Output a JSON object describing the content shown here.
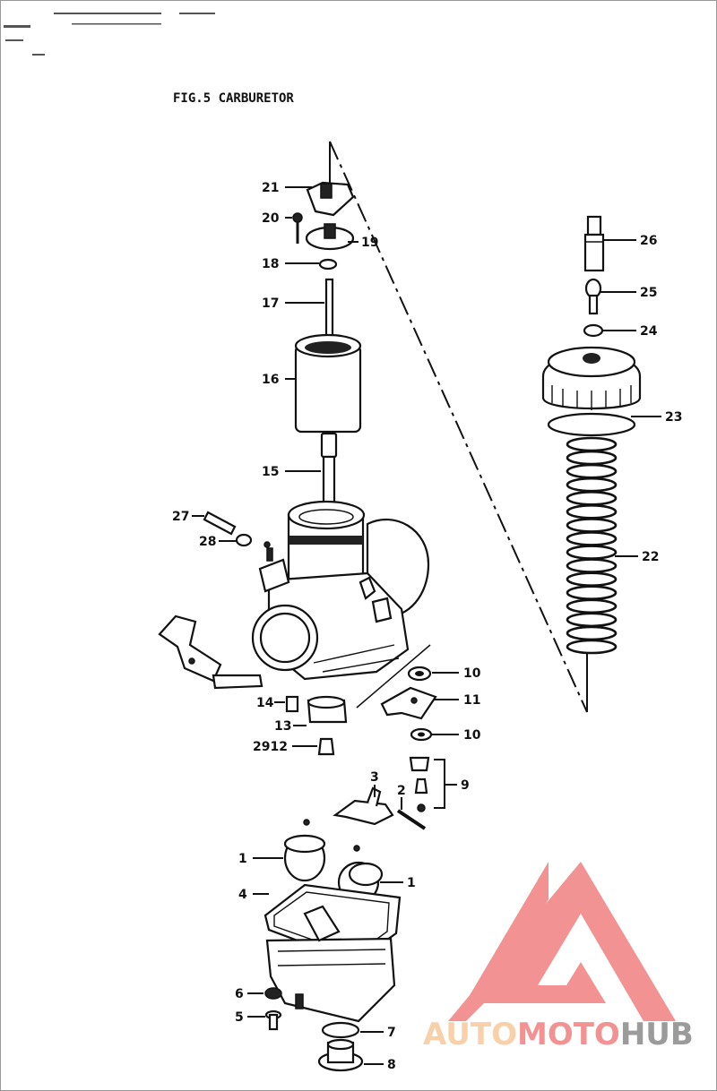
{
  "title": "FIG.5 CARBURETOR",
  "callouts": [
    {
      "id": "21",
      "text": "21"
    },
    {
      "id": "20",
      "text": "20"
    },
    {
      "id": "19",
      "text": "19"
    },
    {
      "id": "18",
      "text": "18"
    },
    {
      "id": "17",
      "text": "17"
    },
    {
      "id": "16",
      "text": "16"
    },
    {
      "id": "15",
      "text": "15"
    },
    {
      "id": "27",
      "text": "27"
    },
    {
      "id": "28",
      "text": "28"
    },
    {
      "id": "14",
      "text": "14"
    },
    {
      "id": "13",
      "text": "13"
    },
    {
      "id": "2912",
      "text": "2912"
    },
    {
      "id": "10a",
      "text": "10"
    },
    {
      "id": "11",
      "text": "11"
    },
    {
      "id": "10b",
      "text": "10"
    },
    {
      "id": "9",
      "text": "9"
    },
    {
      "id": "3",
      "text": "3"
    },
    {
      "id": "2",
      "text": "2"
    },
    {
      "id": "1a",
      "text": "1"
    },
    {
      "id": "1b",
      "text": "1"
    },
    {
      "id": "4",
      "text": "4"
    },
    {
      "id": "6",
      "text": "6"
    },
    {
      "id": "5",
      "text": "5"
    },
    {
      "id": "7",
      "text": "7"
    },
    {
      "id": "8",
      "text": "8"
    },
    {
      "id": "26",
      "text": "26"
    },
    {
      "id": "25",
      "text": "25"
    },
    {
      "id": "24",
      "text": "24"
    },
    {
      "id": "23",
      "text": "23"
    },
    {
      "id": "22",
      "text": "22"
    }
  ],
  "watermark": {
    "part1": "AUTO",
    "part2": "MOTO",
    "part3": "HUB",
    "color_light": "#f7c89b",
    "color_mid": "#f08080",
    "color_dark": "#8a8a8a"
  }
}
